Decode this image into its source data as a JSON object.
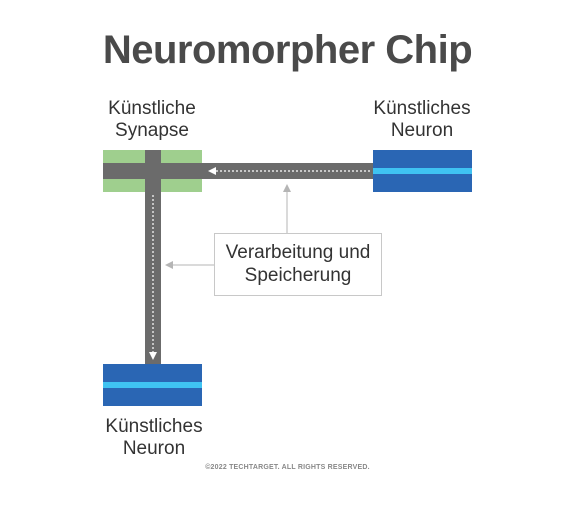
{
  "title": "Neuromorpher Chip",
  "labels": {
    "synapse": [
      "Künstliche",
      "Synapse"
    ],
    "neuron_top": [
      "Künstliches",
      "Neuron"
    ],
    "neuron_bottom": [
      "Künstliches",
      "Neuron"
    ],
    "processing": [
      "Verarbeitung und",
      "Speicherung"
    ]
  },
  "copyright": "©2022 TECHTARGET. ALL RIGHTS RESERVED.",
  "colors": {
    "title": "#4a4a4a",
    "neuron_blue": "#2a66b4",
    "neuron_stripe": "#3fc3f2",
    "synapse_green": "#9fcf8e",
    "channel_gray": "#6b6b6b",
    "arrow_gray": "#b5b5b5"
  }
}
